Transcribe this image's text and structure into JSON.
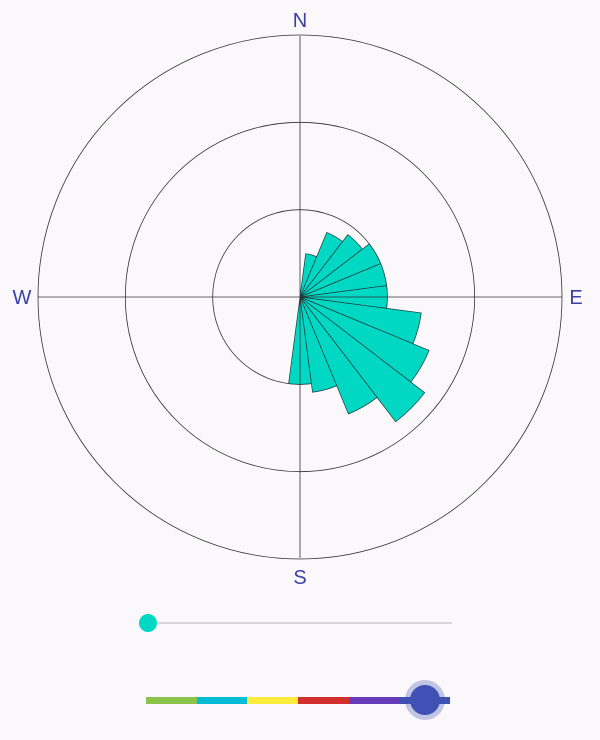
{
  "compass": {
    "north": "N",
    "east": "E",
    "south": "S",
    "west": "W"
  },
  "chart_data": {
    "type": "polar-bar",
    "directions_deg": [
      0,
      15,
      30,
      45,
      60,
      75,
      90,
      105,
      120,
      135,
      150,
      165,
      180,
      195,
      210,
      225,
      240,
      255,
      270,
      285,
      300,
      315,
      330,
      345
    ],
    "values": [
      0,
      0.5,
      0.8,
      0.9,
      1.0,
      1.0,
      1.0,
      1.4,
      1.6,
      1.8,
      1.45,
      1.1,
      1.0,
      0,
      0,
      0,
      0,
      0,
      0,
      0,
      0,
      0,
      0,
      0
    ],
    "rings": [
      1,
      2,
      3
    ],
    "max": 3,
    "color": "#00d8c4"
  },
  "opacity_slider": {
    "value": 0,
    "color": "#00d8c4"
  },
  "color_picker": {
    "swatches": [
      "#8bc34a",
      "#00bcd4",
      "#ffeb3b",
      "#d32f2f",
      "#673ab7",
      "#3f51b5"
    ],
    "selected_index": 5,
    "selected_color": "#3f51b5"
  }
}
